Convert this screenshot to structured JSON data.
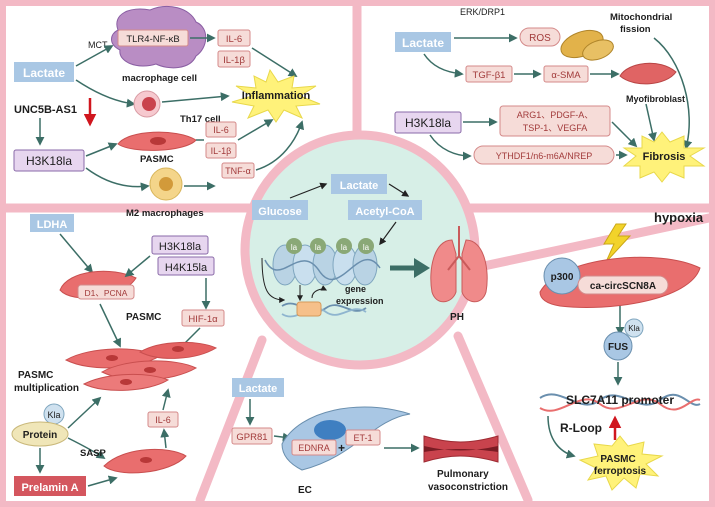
{
  "colors": {
    "frame": "#f3b9c5",
    "blue_box": "#a9c7e4",
    "purple_box": "#e7d6ef",
    "purple_border": "#8a6aa8",
    "pink_box": "#f6dcd8",
    "pink_border": "#d48a8a",
    "arrow": "#3c6e66",
    "red_arrow": "#d0161e",
    "center_fill": "#d7efe7",
    "star": "#fff27a",
    "pink_cell": "#e96e6e",
    "crimson_box": "#d4565e"
  },
  "top_left": {
    "lactate": "Lactate",
    "mct": "MCT",
    "tlr4": "TLR4-NF-κB",
    "macrophage_cell": "macrophage cell",
    "il6": "IL-6",
    "il1b": "IL-1β",
    "th17": "Th17 cell",
    "inflammation": "Inflammation",
    "unc5b": "UNC5B-AS1",
    "h3k18la": "H3K18la",
    "pasmc": "PASMC",
    "il6_b": "IL-6",
    "il1b_b": "IL-1β",
    "tnfa": "TNF-α",
    "m2": "M2 macrophages"
  },
  "top_right": {
    "lactate": "Lactate",
    "erk": "ERK/DRP1",
    "ros": "ROS",
    "mito": "Mitochondrial",
    "fission": "fission",
    "tgfb1": "TGF-β1",
    "asma": "α-SMA",
    "myofibroblast": "Myofibroblast",
    "h3k18la": "H3K18la",
    "arg1_line1": "ARG1、PDGF-A、",
    "arg1_line2": "TSP-1、VEGFA",
    "ythdf1": "YTHDF1/n6-m6A/NREP",
    "fibrosis": "Fibrosis"
  },
  "center": {
    "lactate": "Lactate",
    "glucose": "Glucose",
    "acetyl_coa": "Acetyl-CoA",
    "la": "la",
    "gene": "gene",
    "expression": "expression",
    "ph": "PH"
  },
  "left": {
    "ldha": "LDHA",
    "h3k18la": "H3K18la",
    "h4k15la": "H4K15la",
    "d1_pcna": "D1、PCNA",
    "pasmc": "PASMC",
    "hif1a": "HIF-1α",
    "multiplication_1": "PASMC",
    "multiplication_2": "multiplication",
    "kla": "Kla",
    "protein": "Protein",
    "il6": "IL-6",
    "sasp": "SASP",
    "prelamin": "Prelamin A"
  },
  "bottom_center": {
    "lactate": "Lactate",
    "gpr81": "GPR81",
    "ednra": "EDNRA",
    "et1": "ET-1",
    "ec": "EC",
    "pulmonary_1": "Pulmonary",
    "pulmonary_2": "vasoconstriction"
  },
  "right": {
    "hypoxia": "hypoxia",
    "p300": "p300",
    "circ": "ca-circSCN8A",
    "kla": "Kla",
    "fus": "FUS",
    "slc": "SLC7A11 promoter",
    "rloop": "R-Loop",
    "ferro_1": "PASMC",
    "ferro_2": "ferroptosis"
  }
}
